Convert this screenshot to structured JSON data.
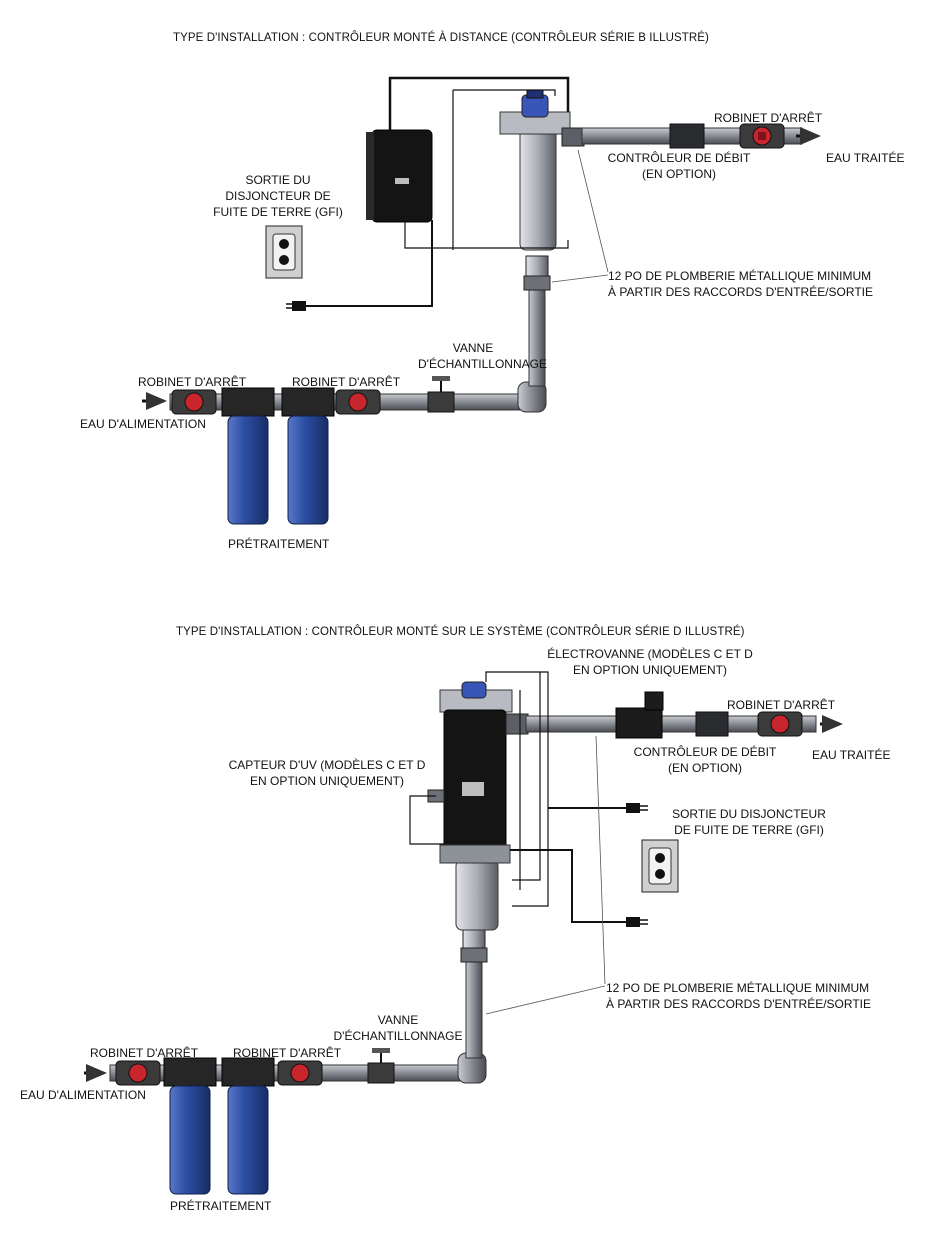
{
  "diagram1": {
    "title": "TYPE D'INSTALLATION : CONTRÔLEUR MONTÉ À DISTANCE (CONTRÔLEUR SÉRIE B ILLUSTRÉ)",
    "gfi_label": "SORTIE DU\nDISJONCTEUR DE\nFUITE DE TERRE (GFI)",
    "valve_out": "ROBINET D'ARRÊT",
    "treated_water": "EAU TRAITÉE",
    "flow_controller": "CONTRÔLEUR DE DÉBIT\n(EN OPTION)",
    "plumbing_note": "12 PO DE PLOMBERIE MÉTALLIQUE MINIMUM\nÀ PARTIR DES RACCORDS D'ENTRÉE/SORTIE",
    "sampling_valve": "VANNE\nD'ÉCHANTILLONNAGE",
    "valve_in_1": "ROBINET D'ARRÊT",
    "valve_in_2": "ROBINET D'ARRÊT",
    "feed_water": "EAU D'ALIMENTATION",
    "pretreatment": "PRÉTRAITEMENT"
  },
  "diagram2": {
    "title": "TYPE D'INSTALLATION : CONTRÔLEUR MONTÉ SUR LE SYSTÈME (CONTRÔLEUR SÉRIE D ILLUSTRÉ)",
    "solenoid": "ÉLECTROVANNE (MODÈLES C ET D\nEN OPTION UNIQUEMENT)",
    "valve_out": "ROBINET D'ARRÊT",
    "treated_water": "EAU TRAITÉE",
    "uv_sensor": "CAPTEUR D'UV (MODÈLES C ET D\nEN OPTION UNIQUEMENT)",
    "flow_controller": "CONTRÔLEUR DE DÉBIT\n(EN OPTION)",
    "gfi_label": "SORTIE DU DISJONCTEUR\nDE FUITE DE TERRE (GFI)",
    "plumbing_note": "12 PO DE PLOMBERIE MÉTALLIQUE MINIMUM\nÀ PARTIR DES RACCORDS D'ENTRÉE/SORTIE",
    "sampling_valve": "VANNE\nD'ÉCHANTILLONNAGE",
    "valve_in_1": "ROBINET D'ARRÊT",
    "valve_in_2": "ROBINET D'ARRÊT",
    "feed_water": "EAU D'ALIMENTATION",
    "pretreatment": "PRÉTRAITEMENT"
  },
  "colors": {
    "pipe": "#8d9198",
    "pipe_dark": "#3c3f44",
    "filter_blue": "#2d4fa3",
    "valve_red": "#c8262c",
    "controller_black": "#141414",
    "uv_blue": "#3a55b8"
  }
}
